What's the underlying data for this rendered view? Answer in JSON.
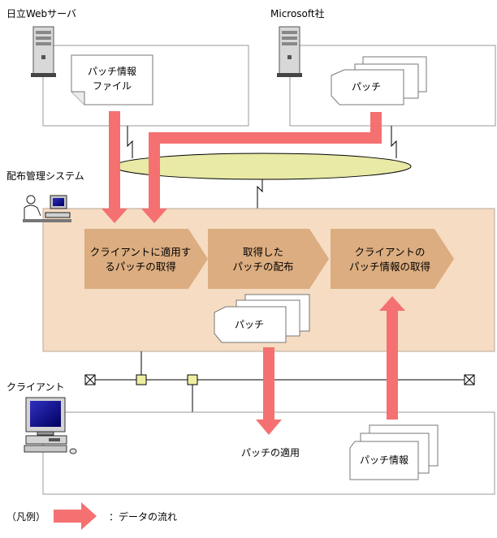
{
  "labels": {
    "hitachi_server": "日立Webサーバ",
    "microsoft": "Microsoft社",
    "patch_info_file_line1": "パッチ情報",
    "patch_info_file_line2": "ファイル",
    "ms_patch": "パッチ",
    "dist_system": "配布管理システム",
    "dist_patch": "パッチ",
    "client": "クライアント",
    "patch_apply": "パッチの適用",
    "client_patch_info": "パッチ情報",
    "legend_prefix": "（凡例）",
    "legend_desc": "：データの流れ"
  },
  "steps": [
    {
      "line1": "クライアントに適用す",
      "line2": "るパッチの取得"
    },
    {
      "line1": "取得した",
      "line2": "パッチの配布"
    },
    {
      "line1": "クライアントの",
      "line2": "パッチ情報の取得"
    }
  ],
  "colors": {
    "arrow": "#f57070",
    "panel_fill": "#f5dcc3",
    "step_fill": "#dcad80",
    "network_ellipse": "#e8eaa5"
  }
}
